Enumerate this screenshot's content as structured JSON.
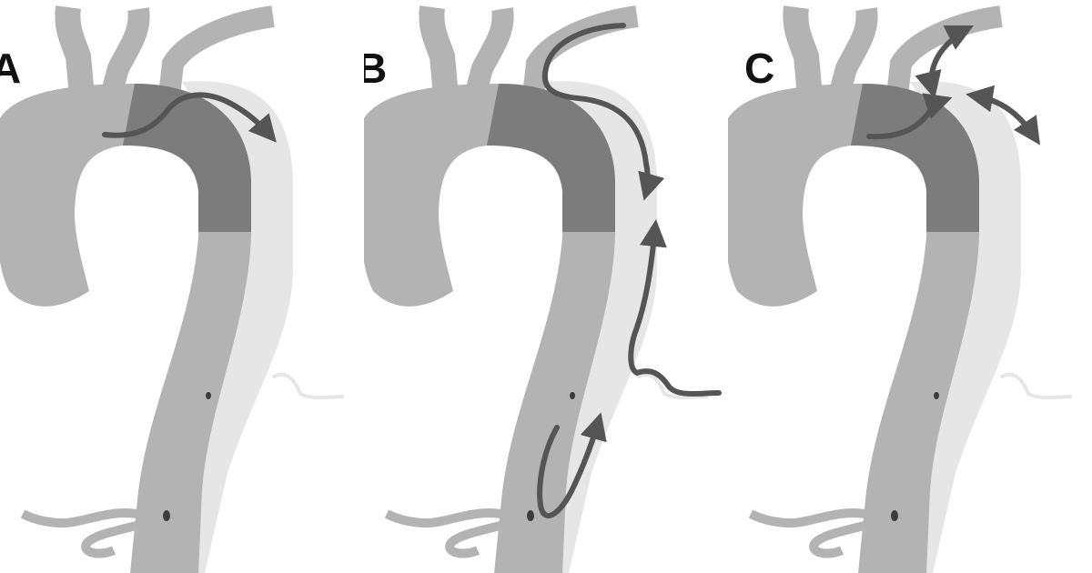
{
  "figure": {
    "panels": [
      {
        "label": "A"
      },
      {
        "label": "B"
      },
      {
        "label": "C"
      }
    ],
    "colors": {
      "aorta": "#b3b3b3",
      "grafted_segment": "#7c7c7c",
      "false_lumen": "#e6e6e6",
      "flow_arrow": "#555555",
      "background": "#ffffff"
    }
  }
}
